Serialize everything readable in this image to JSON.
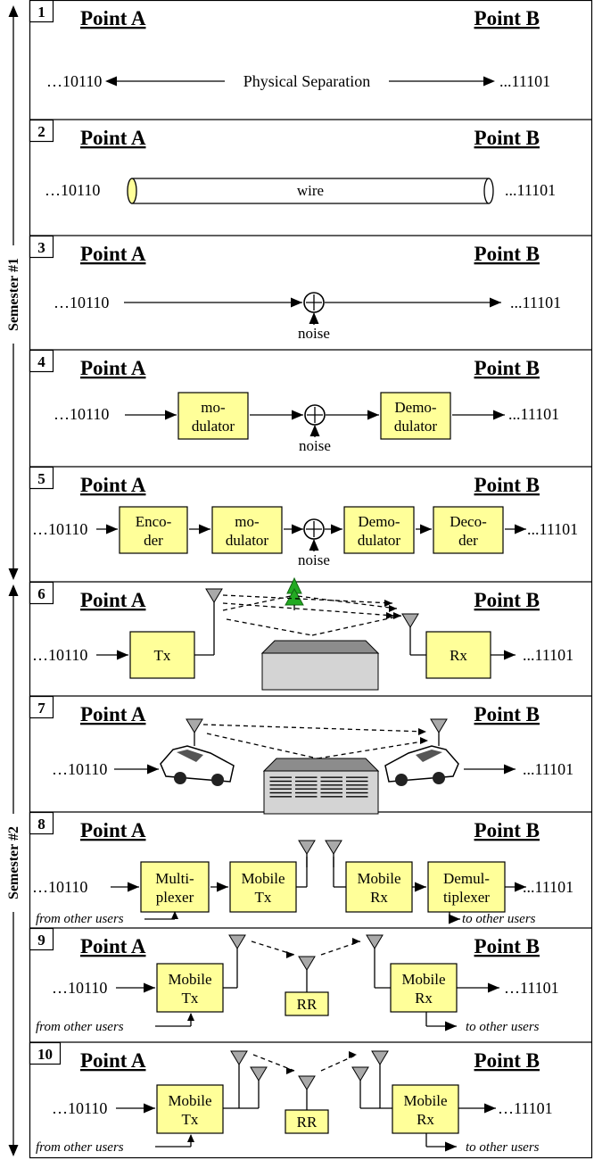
{
  "point_a": "Point A",
  "point_b": "Point B",
  "semesters": [
    "Semester #1",
    "Semester #2"
  ],
  "colors": {
    "block_fill": "#ffff99",
    "stroke": "#000000",
    "tree": "#33aa33"
  },
  "panels": [
    {
      "number": "1",
      "left": "…10110",
      "right": "...11101",
      "center": "Physical Separation"
    },
    {
      "number": "2",
      "left": "…10110",
      "right": "...11101",
      "center": "wire"
    },
    {
      "number": "3",
      "left": "…10110",
      "right": "...11101",
      "noise": "noise"
    },
    {
      "number": "4",
      "left": "…10110",
      "right": "...11101",
      "noise": "noise",
      "blocks": [
        [
          "mo-",
          "dulator"
        ],
        [
          "Demo-",
          "dulator"
        ]
      ]
    },
    {
      "number": "5",
      "left": "…10110",
      "right": "...11101",
      "noise": "noise",
      "blocks": [
        [
          "Enco-",
          "der"
        ],
        [
          "mo-",
          "dulator"
        ],
        [
          "Demo-",
          "dulator"
        ],
        [
          "Deco-",
          "der"
        ]
      ]
    },
    {
      "number": "6",
      "left": "…10110",
      "right": "...11101",
      "blocks": [
        [
          "Tx"
        ],
        [
          "Rx"
        ]
      ]
    },
    {
      "number": "7",
      "left": "…10110",
      "right": "...11101"
    },
    {
      "number": "8",
      "left": "…10110",
      "right": "...11101",
      "from": "from other users",
      "to": "to other users",
      "blocks": [
        [
          "Multi-",
          "plexer"
        ],
        [
          "Mobile",
          "Tx"
        ],
        [
          "Mobile",
          "Rx"
        ],
        [
          "Demul-",
          "tiplexer"
        ]
      ]
    },
    {
      "number": "9",
      "left": "…10110",
      "right": "…11101",
      "from": "from other users",
      "to": "to other users",
      "blocks": [
        [
          "Mobile",
          "Tx"
        ],
        [
          "RR"
        ],
        [
          "Mobile",
          "Rx"
        ]
      ]
    },
    {
      "number": "10",
      "left": "…10110",
      "right": "…11101",
      "from": "from other users",
      "to": "to other users",
      "blocks": [
        [
          "Mobile",
          "Tx"
        ],
        [
          "RR"
        ],
        [
          "Mobile",
          "Rx"
        ]
      ]
    }
  ]
}
